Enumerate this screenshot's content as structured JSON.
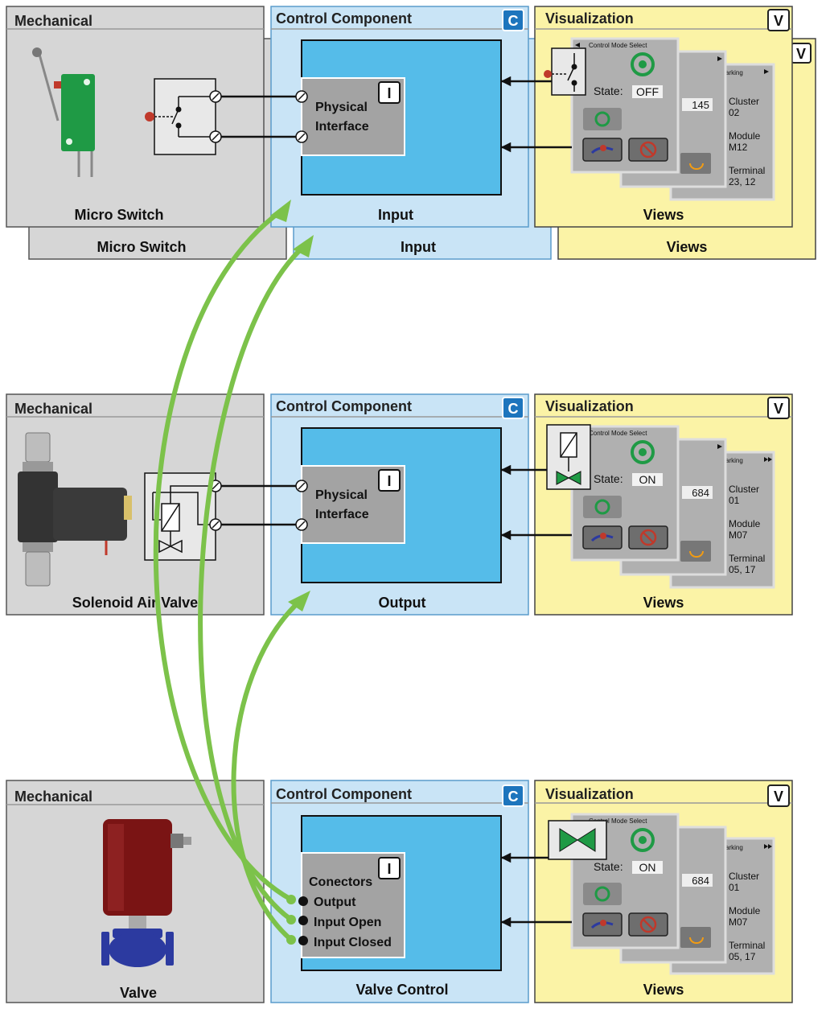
{
  "badges": {
    "control": "C",
    "visualization": "V",
    "interface": "I"
  },
  "rows": [
    {
      "mechanical": {
        "title": "Mechanical",
        "label": "Micro Switch",
        "shadow_label": "Micro Switch"
      },
      "control": {
        "title": "Control Component",
        "label": "Input",
        "shadow_label": "Input",
        "interface_lines": [
          "Physical",
          "Interface"
        ]
      },
      "visualization": {
        "title": "Visualization",
        "label": "Views",
        "shadow_label": "Views",
        "panel_title": "Control Mode Select",
        "state_label": "State:",
        "state_value": "OFF",
        "value": "145",
        "marking_header": "arking",
        "cluster": [
          "Cluster",
          "02"
        ],
        "module": [
          "Module",
          "M12"
        ],
        "terminal": [
          "Terminal",
          "23, 12"
        ]
      }
    },
    {
      "mechanical": {
        "title": "Mechanical",
        "label": "Solenoid Air Valve"
      },
      "control": {
        "title": "Control Component",
        "label": "Output",
        "interface_lines": [
          "Physical",
          "Interface"
        ]
      },
      "visualization": {
        "title": "Visualization",
        "label": "Views",
        "panel_title": "Control Mode Select",
        "state_label": "State:",
        "state_value": "ON",
        "value": "684",
        "marking_header": "arking",
        "cluster": [
          "Cluster",
          "01"
        ],
        "module": [
          "Module",
          "M07"
        ],
        "terminal": [
          "Terminal",
          "05, 17"
        ]
      }
    },
    {
      "mechanical": {
        "title": "Mechanical",
        "label": "Valve"
      },
      "control": {
        "title": "Control Component",
        "label": "Valve Control",
        "connectors_title": "Conectors",
        "connectors": [
          "Output",
          "Input Open",
          "Input Closed"
        ]
      },
      "visualization": {
        "title": "Visualization",
        "label": "Views",
        "panel_title": "Control Mode Select",
        "state_label": "State:",
        "state_value": "ON",
        "value": "684",
        "marking_header": "arking",
        "cluster": [
          "Cluster",
          "01"
        ],
        "module": [
          "Module",
          "M07"
        ],
        "terminal": [
          "Terminal",
          "05, 17"
        ]
      }
    }
  ],
  "colors": {
    "mechanical_bg": "#d6d6d6",
    "control_bg": "#c9e4f6",
    "control_inner": "#55bce9",
    "visualization_bg": "#fbf3a6",
    "interface_bg": "#a3a3a3",
    "badge_blue": "#1d75bd",
    "arrow_green": "#7cc24a",
    "switch_green": "#1f9a45",
    "valve_red": "#7a1414",
    "valve_blue": "#2c3aa0"
  }
}
